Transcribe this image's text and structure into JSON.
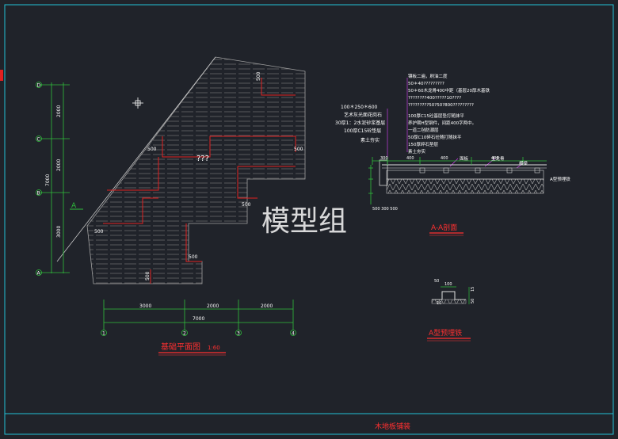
{
  "colors": {
    "background": "#20232a",
    "frame": "#22c1d6",
    "grid_line": "#2fbf3c",
    "dimension": "#d0d0d0",
    "hatch": "#8e8e8e",
    "red_line": "#e02020",
    "title_red": "#ff3030",
    "annotation": "#ffffff",
    "leader": "#e040ff",
    "watermark": "#e8e8e8"
  },
  "plan": {
    "title": "基础平面图",
    "scale": "1:60",
    "center_label": "???",
    "section_mark": "A",
    "row_axes": [
      "D",
      "C",
      "B",
      "A"
    ],
    "column_axes": [
      "1",
      "2",
      "3",
      "4"
    ],
    "left_dims": [
      "2000",
      "2000",
      "3000"
    ],
    "left_total": "7000",
    "bottom_dims": [
      "3000",
      "2000",
      "2000"
    ],
    "bottom_total": "7000",
    "inner_dims": [
      "500",
      "500",
      "500",
      "500",
      "500",
      "500",
      "500"
    ]
  },
  "section": {
    "title": "A-A剖面",
    "left_notes": [
      "100＊250＊600",
      "艺术灰光面花岗石",
      "30厚1：2水泥砂浆基层",
      "100厚C15砼垫层",
      "素土夯实"
    ],
    "right_notes": [
      "镶板二遍，刷油二度",
      "50＊40?????????",
      "50＊60木龙骨400中距（基层20厚木基铁",
      "????????400?????10????",
      "?????????50?50?800?????????",
      "100厚C15砼基层垫打随抹平",
      "养护期H型钢件，间距400字两中。",
      "一道二毡防潮层",
      "50厚C10碎石砼随打随抹平",
      "150厚碎石垫层",
      "素土夯实"
    ],
    "labels": [
      "面板",
      "主龙骨",
      "横梁"
    ],
    "right_tag": "A型预埋铁",
    "dims": [
      "300",
      "400",
      "400",
      "400"
    ],
    "bottom_dim": "500 300 500"
  },
  "embed": {
    "title": "A型预埋铁",
    "dims": [
      "100",
      "15",
      "50",
      "10",
      "50"
    ]
  },
  "watermark": "模型组",
  "footer_title": "木地板铺装"
}
